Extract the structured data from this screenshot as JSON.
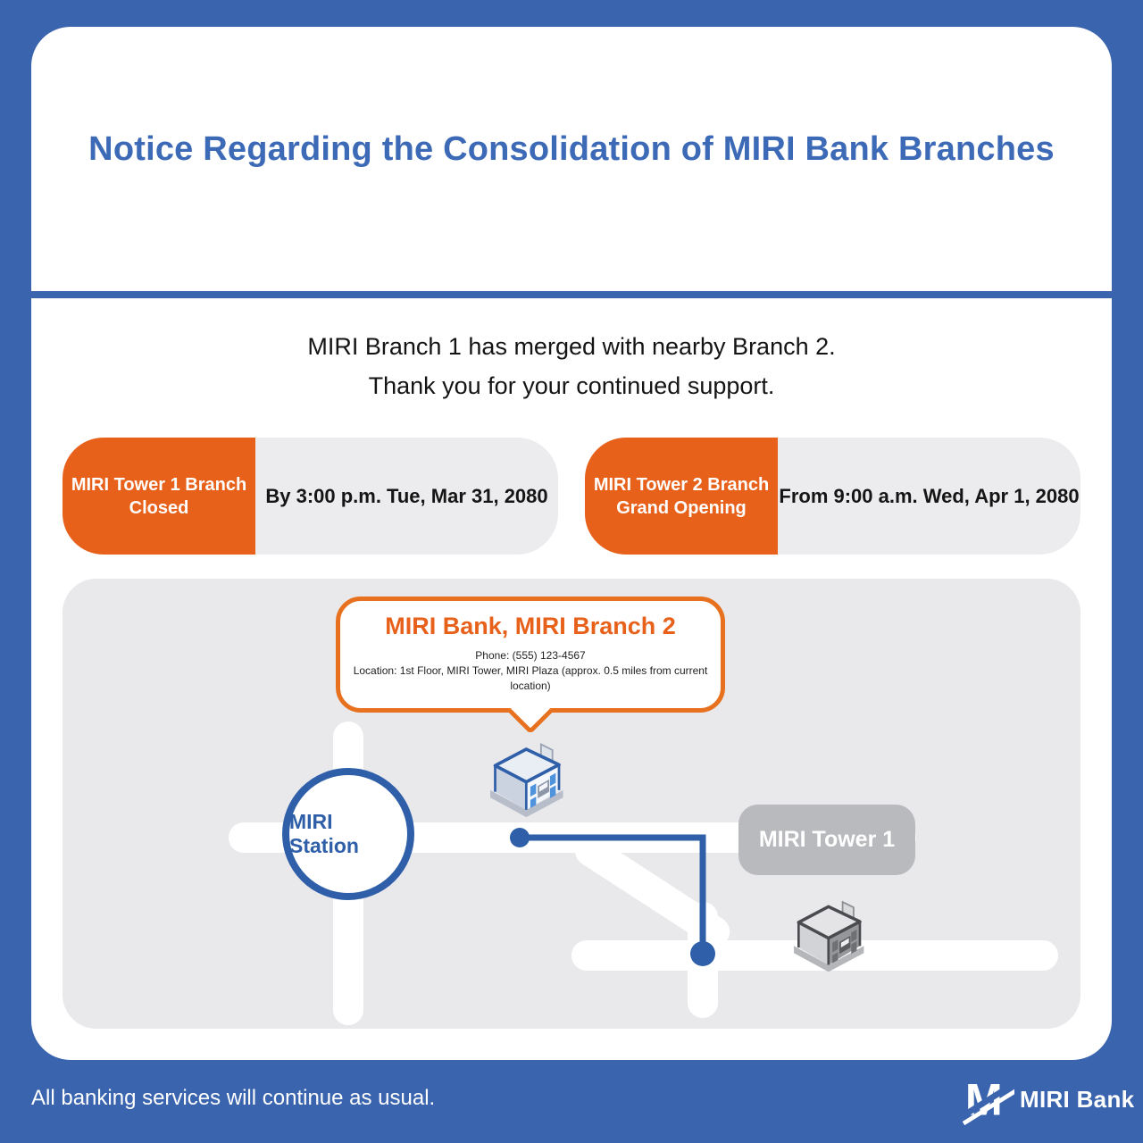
{
  "header": {
    "title": "Notice Regarding the Consolidation of MIRI Bank Branches"
  },
  "intro": {
    "line1": "MIRI Branch 1 has merged with nearby Branch 2.",
    "line2": "Thank you for your continued support."
  },
  "pills": [
    {
      "label_line1": "MIRI Tower 1 Branch",
      "label_line2": "Closed",
      "datetime": "By 3:00 p.m. Tue, Mar 31, 2080"
    },
    {
      "label_line1": "MIRI Tower 2 Branch",
      "label_line2": "Grand Opening",
      "datetime": "From 9:00 a.m. Wed, Apr 1, 2080"
    }
  ],
  "map": {
    "branch2_callout": {
      "title": "MIRI Bank, MIRI Branch 2",
      "phone": "Phone: (555) 123-4567",
      "location": "Location: 1st Floor, MIRI Tower, MIRI Plaza (approx. 0.5 miles from current location)"
    },
    "station_label": "MIRI Station",
    "tower1_label": "MIRI Tower 1"
  },
  "footer": {
    "note": "All banking services will continue as usual.",
    "brand_name": "MIRI Bank",
    "brand_letter": "M"
  },
  "colors": {
    "brand_blue": "#3A64AE",
    "title_blue": "#3D6AB7",
    "accent_orange": "#E8611B",
    "callout_orange": "#E8711F",
    "route_blue": "#2E5FA8",
    "map_bg": "#E9E9EC",
    "pill_gray": "#ECECEE",
    "tower_gray": "#B9BABE"
  }
}
